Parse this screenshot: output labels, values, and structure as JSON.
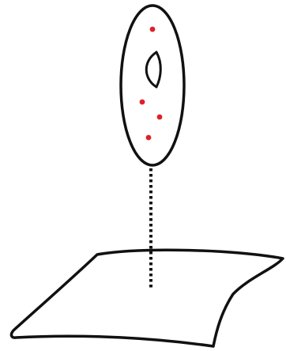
{
  "diagram": {
    "colors": {
      "stroke": "#111111",
      "point": "#e0202a",
      "background": "#ffffff"
    },
    "elements": {
      "ellipse": "ellipse-outline",
      "fold": "crescent-fold-icon",
      "points": "red-points",
      "connector": "dotted-connector",
      "surface": "curved-surface-sheet"
    }
  }
}
